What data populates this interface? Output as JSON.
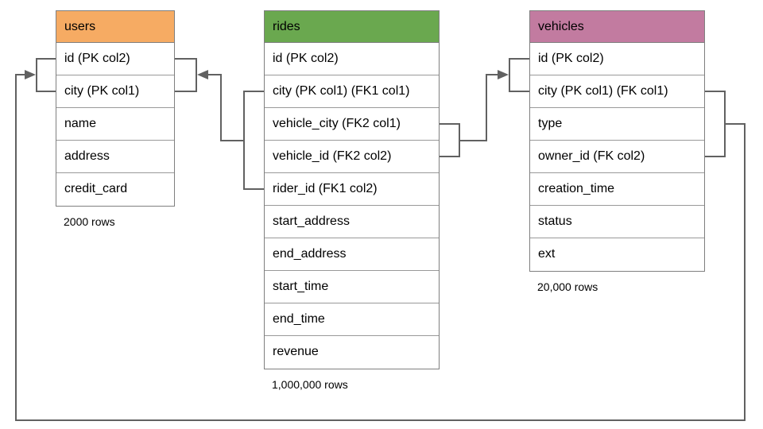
{
  "diagram": {
    "connector_color": "#616161",
    "tables": [
      {
        "id": "users",
        "title": "users",
        "header_color": "#F6AB63",
        "columns": [
          "id (PK col2)",
          "city (PK col1)",
          "name",
          "address",
          "credit_card"
        ],
        "row_count_label": "2000 rows"
      },
      {
        "id": "rides",
        "title": "rides",
        "header_color": "#6AA84F",
        "columns": [
          "id (PK col2)",
          "city (PK col1) (FK1 col1)",
          "vehicle_city (FK2 col1)",
          "vehicle_id (FK2 col2)",
          "rider_id (FK1 col2)",
          "start_address",
          "end_address",
          "start_time",
          "end_time",
          "revenue"
        ],
        "row_count_label": "1,000,000 rows"
      },
      {
        "id": "vehicles",
        "title": "vehicles",
        "header_color": "#C27BA0",
        "columns": [
          "id (PK col2)",
          "city (PK col1) (FK col1)",
          "type",
          "owner_id (FK col2)",
          "creation_time",
          "status",
          "ext"
        ],
        "row_count_label": "20,000 rows"
      }
    ]
  }
}
